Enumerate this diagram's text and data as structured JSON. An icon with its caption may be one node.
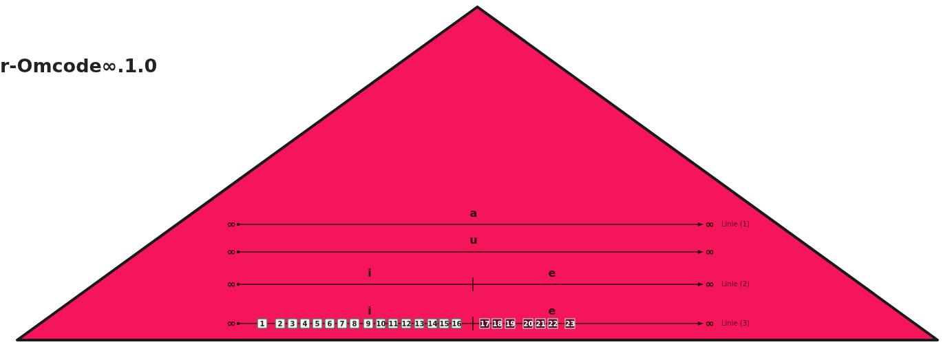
{
  "diagram": {
    "title": "r-Omcode∞.1.0",
    "nodes": [
      {
        "text": [],
        "shape": "triangle"
      },
      {
        "text": [
          "∞"
        ],
        "in": 0
      },
      {
        "text": [
          "∞"
        ],
        "in": 0
      },
      {
        "text": [
          "∞"
        ],
        "in": 0
      },
      {
        "text": [
          "∞"
        ],
        "in": 0
      },
      {
        "text": [
          "∞"
        ],
        "in": 0
      },
      {
        "text": [
          "∞"
        ],
        "in": 0
      },
      {
        "text": [
          "∞"
        ],
        "in": 0
      },
      {
        "text": [
          "∞"
        ],
        "in": 0
      }
    ],
    "edges": [
      {
        "from": 1,
        "to": 2,
        "arrow": "to"
      },
      {
        "from": 3,
        "to": 4,
        "arrow": "to"
      },
      {
        "from": 5,
        "to": 6,
        "arrow": "to"
      },
      {
        "from": 7,
        "to": 8,
        "arrow": "to"
      }
    ],
    "labels": [
      "a",
      "Linie (1)",
      "u",
      "i",
      "e",
      "Linie (2)",
      "i",
      "e",
      "1",
      "2",
      "3",
      "4",
      "5",
      "6",
      "7",
      "8",
      "9",
      "10",
      "11",
      "12",
      "13",
      "14",
      "15",
      "16",
      "17",
      "18",
      "19",
      "20",
      "21",
      "22",
      "23",
      "Linie (3)"
    ]
  }
}
